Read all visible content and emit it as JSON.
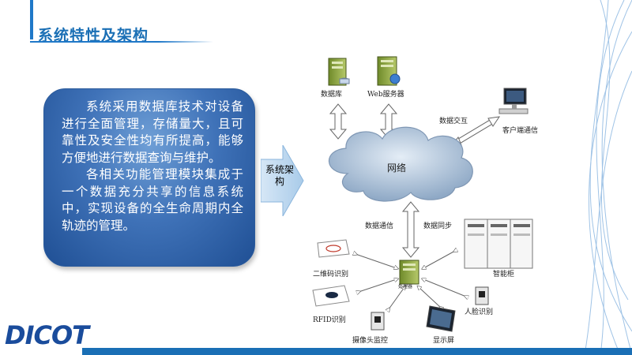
{
  "header": {
    "title": "系统特性及架构"
  },
  "description": {
    "paragraph1": "系统采用数据库技术对设备进行全面管理，存储量大，且可靠性及安全性均有所提高，能够方便地进行数据查询与维护。",
    "paragraph2": "各相关功能管理模块集成于一个数据充分共享的信息系统中，实现设备的全生命周期内全轨迹的管理。"
  },
  "arrow": {
    "label": "系统架构"
  },
  "diagram": {
    "database": "数据库",
    "web_server": "Web服务器",
    "data_exchange": "数据交互",
    "client_comm": "客户端通信",
    "network": "网络",
    "data_comm": "数据通信",
    "data_sync": "数据同步",
    "qr_code": "二维码识别",
    "smart_cabinet": "智能柜",
    "processor": "处理器",
    "rfid": "RFID识别",
    "face_recognition": "人脸识别",
    "camera": "摄像头监控",
    "display": "显示屏"
  },
  "colors": {
    "accent": "#1a6fb5",
    "card": "#3f72b8"
  },
  "logo": {
    "text": "DICOT"
  }
}
